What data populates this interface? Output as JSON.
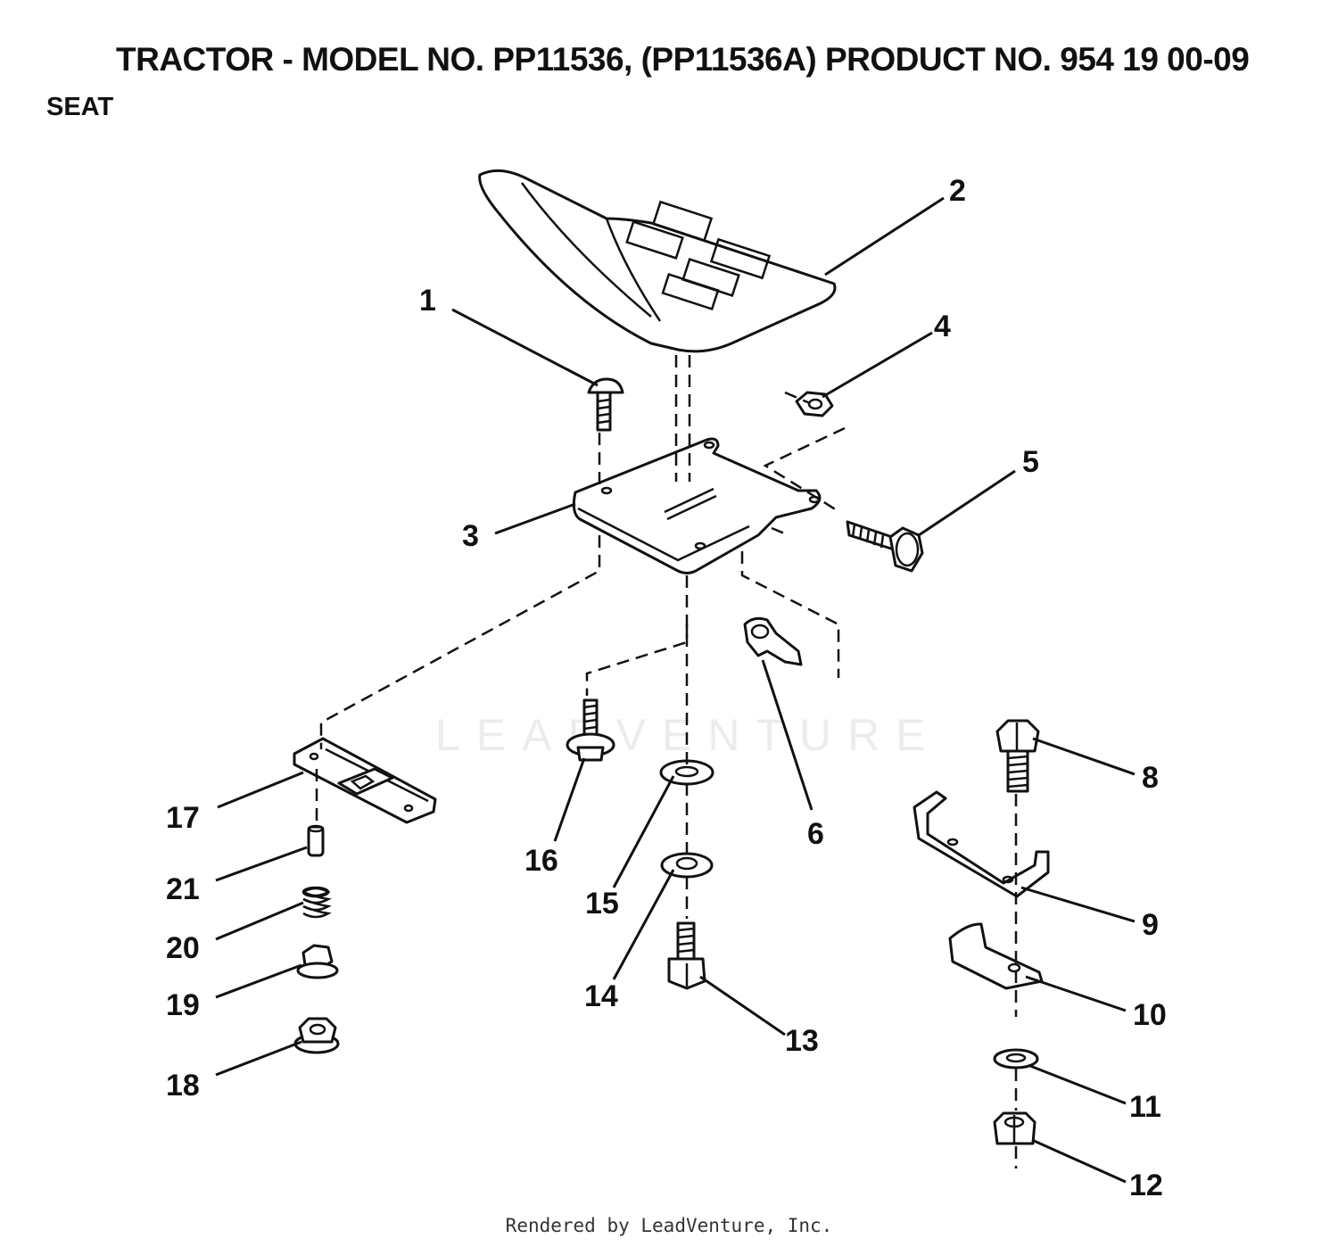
{
  "title": "TRACTOR - MODEL NO. PP11536, (PP11536A)  PRODUCT NO. 954 19 00-09",
  "section": "SEAT",
  "watermark_text": "LEADVENTURE",
  "footer": "Rendered by LeadVenture, Inc.",
  "callouts": [
    {
      "number": "1"
    },
    {
      "number": "2"
    },
    {
      "number": "3"
    },
    {
      "number": "4"
    },
    {
      "number": "5"
    },
    {
      "number": "6"
    },
    {
      "number": "8"
    },
    {
      "number": "9"
    },
    {
      "number": "10"
    },
    {
      "number": "11"
    },
    {
      "number": "12"
    },
    {
      "number": "13"
    },
    {
      "number": "14"
    },
    {
      "number": "15"
    },
    {
      "number": "16"
    },
    {
      "number": "17"
    },
    {
      "number": "18"
    },
    {
      "number": "19"
    },
    {
      "number": "20"
    },
    {
      "number": "21"
    }
  ]
}
